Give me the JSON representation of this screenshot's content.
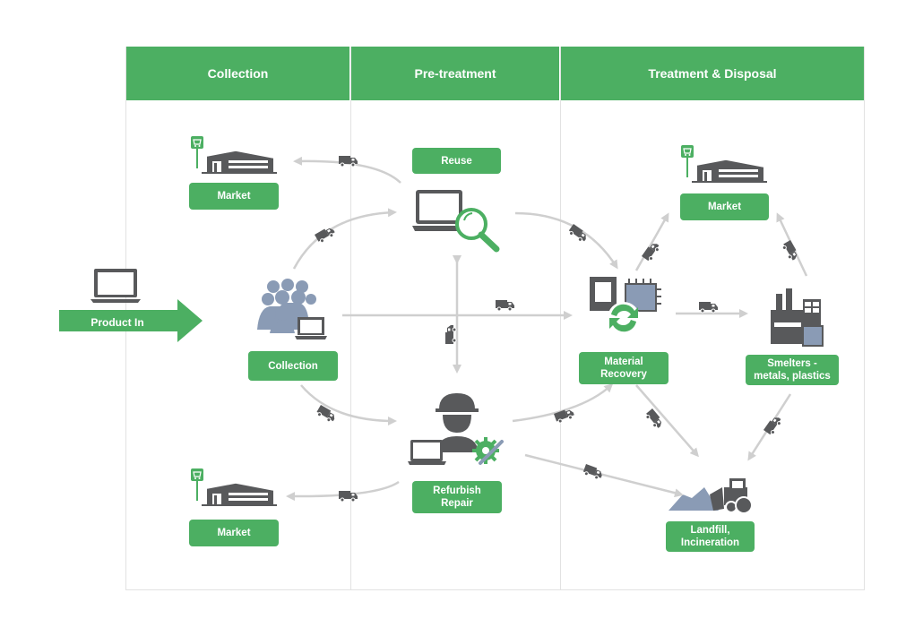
{
  "columns": {
    "collection": "Collection",
    "pretreatment": "Pre-treatment",
    "treatment": "Treatment & Disposal"
  },
  "nodes": {
    "product_in": "Product In",
    "market_top_left": "Market",
    "market_bottom_left": "Market",
    "collection": "Collection",
    "reuse": "Reuse",
    "refurbish": "Refurbish\nRepair",
    "material_recovery": "Material\nRecovery",
    "market_right": "Market",
    "smelters": "Smelters -\nmetals, plastics",
    "landfill": "Landfill,\nIncineration"
  },
  "icons": {
    "market": "shop-building-icon",
    "laptop": "laptop-icon",
    "crowd": "people-group-icon",
    "reuse": "laptop-magnifier-icon",
    "worker": "worker-helmet-icon",
    "recovery": "circuit-recycle-icon",
    "factory": "factory-icon",
    "landfill": "bulldozer-icon",
    "truck": "truck-icon"
  },
  "colors": {
    "accent": "#4caf62",
    "icon_gray": "#58595b",
    "crowd_blue": "#8a9bb5",
    "arrow_gray": "#cfcfcf"
  }
}
